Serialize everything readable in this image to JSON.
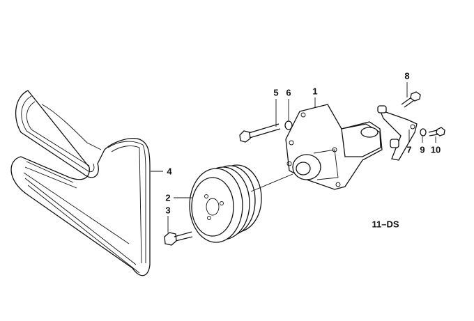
{
  "diagram": {
    "callouts": [
      {
        "id": "1",
        "label": "1"
      },
      {
        "id": "2",
        "label": "2"
      },
      {
        "id": "3",
        "label": "3"
      },
      {
        "id": "4",
        "label": "4"
      },
      {
        "id": "5",
        "label": "5"
      },
      {
        "id": "6",
        "label": "6"
      },
      {
        "id": "7",
        "label": "7"
      },
      {
        "id": "8",
        "label": "8"
      },
      {
        "id": "9",
        "label": "9"
      },
      {
        "id": "10",
        "label": "10"
      }
    ],
    "diagram_code": "11–DS"
  }
}
